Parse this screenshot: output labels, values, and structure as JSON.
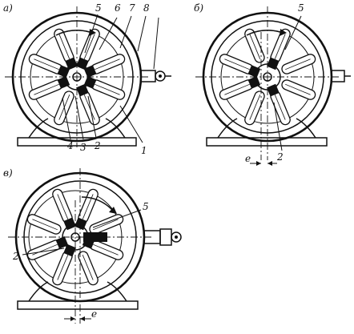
{
  "colors": {
    "ink": "#111111",
    "paper": "#ffffff"
  },
  "panels": [
    {
      "id": "a",
      "label": "а)",
      "part_numbers": [
        "1",
        "2",
        "3",
        "4",
        "5",
        "6",
        "7",
        "8"
      ]
    },
    {
      "id": "b",
      "label": "б)",
      "part_numbers": [
        "2",
        "5"
      ],
      "eccentricity_label": "e"
    },
    {
      "id": "v",
      "label": "в)",
      "part_numbers": [
        "2",
        "5"
      ],
      "eccentricity_label": "e"
    }
  ]
}
